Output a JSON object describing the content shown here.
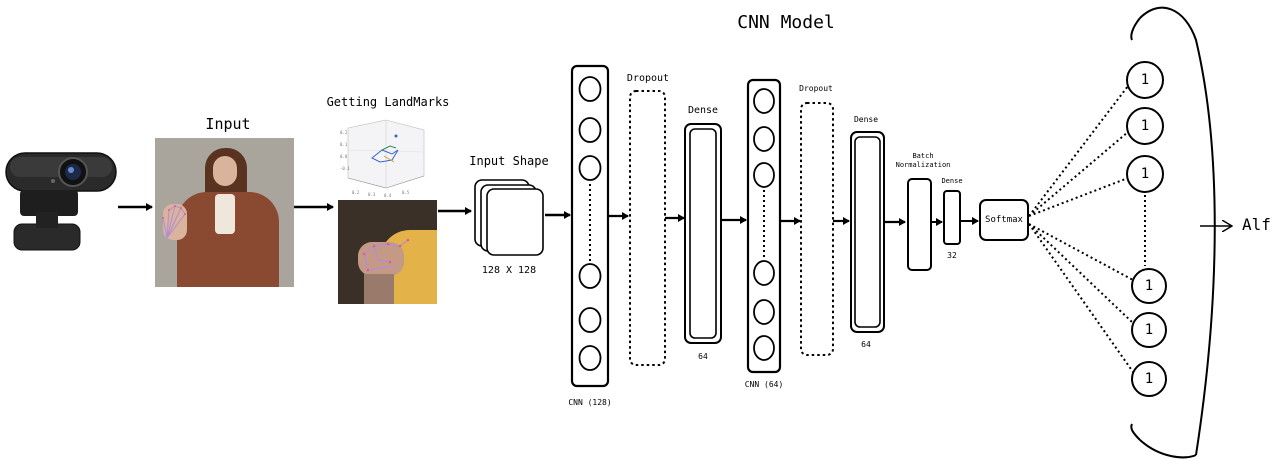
{
  "title": "CNN Model",
  "labels": {
    "input": "Input",
    "getting_landmarks": "Getting LandMarks",
    "input_shape": "Input Shape",
    "input_shape_size": "128 X 128",
    "dropout_1": "Dropout",
    "dropout_2": "Dropout",
    "dense_1": "Dense",
    "dense_1_units": "64",
    "dense_2": "Dense",
    "dense_2_units": "64",
    "cnn_1": "CNN (128)",
    "cnn_2": "CNN (64)",
    "batch_norm_line1": "Batch",
    "batch_norm_line2": "Normalization",
    "dense_3": "Dense",
    "dense_3_units": "32",
    "softmax": "Softmax",
    "output": "Alf"
  },
  "output_nodes": [
    "1",
    "1",
    "1",
    "1",
    "1",
    "1"
  ],
  "colors": {
    "stroke": "#000000",
    "background": "#ffffff",
    "photo_wall": "#a8a29a",
    "jacket": "#8a4a32",
    "hair": "#5a3220",
    "skin": "#d9b39c",
    "landmark_overlay": "#b38cd9",
    "yellow_sleeve": "#e3b34a",
    "hand_photo_bg": "#3a3028"
  }
}
